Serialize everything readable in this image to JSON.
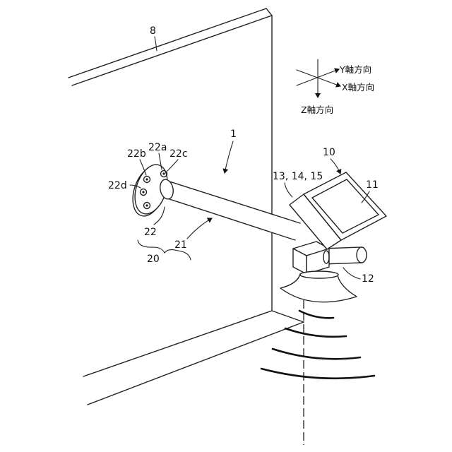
{
  "labels": {
    "ref_8": "8",
    "ref_1": "1",
    "ref_10": "10",
    "ref_13_14_15": "13, 14, 15",
    "ref_11": "11",
    "ref_12": "12",
    "ref_22a": "22a",
    "ref_22b": "22b",
    "ref_22c": "22c",
    "ref_22d": "22d",
    "ref_22": "22",
    "ref_21": "21",
    "ref_20": "20"
  },
  "axes": {
    "y": "Y軸方向",
    "x": "X軸方向",
    "z": "Z軸方向"
  }
}
